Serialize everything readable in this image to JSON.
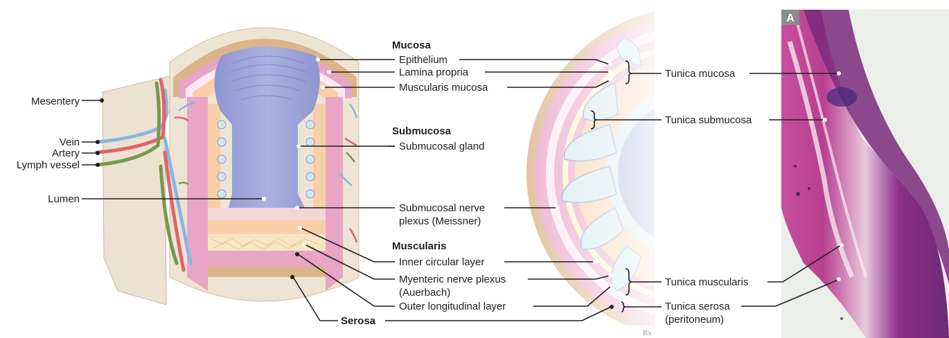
{
  "labels": {
    "mesentery": "Mesentery",
    "vein": "Vein",
    "artery": "Artery",
    "lymph_vessel": "Lymph vessel",
    "lumen": "Lumen",
    "serosa": "Serosa"
  },
  "sections": {
    "mucosa": {
      "heading": "Mucosa",
      "items": [
        "Epithelium",
        "Lamina propria",
        "Muscularis mucosa"
      ]
    },
    "submucosa": {
      "heading": "Submucosa",
      "items": [
        "Submucosal gland",
        "Submucosal nerve",
        "plexus (Meissner)"
      ]
    },
    "muscularis": {
      "heading": "Muscularis",
      "items": [
        "Inner circular layer",
        "Myenteric nerve plexus",
        "(Auerbach)",
        "Outer longitudinal layer"
      ]
    }
  },
  "tunics": {
    "mucosa": "Tunica mucosa",
    "submucosa": "Tunica submucosa",
    "muscularis": "Tunica muscularis",
    "serosa_line1": "Tunica serosa",
    "serosa_line2": "(peritoneum)"
  },
  "micrograph": {
    "panel_label": "A"
  },
  "logo": "Rx",
  "colors": {
    "mucosa_blue": "#9aa3d6",
    "lamina_peach": "#f8cfa6",
    "muscularis_pink": "#e8a5c6",
    "serosa_tan": "#dcb48a",
    "mesentery_beige": "#ece2d2",
    "vein_blue": "#8bb5e0",
    "artery_red": "#e0646a",
    "lymph_green": "#76994a",
    "histology_purple": "#9a3a8c"
  }
}
